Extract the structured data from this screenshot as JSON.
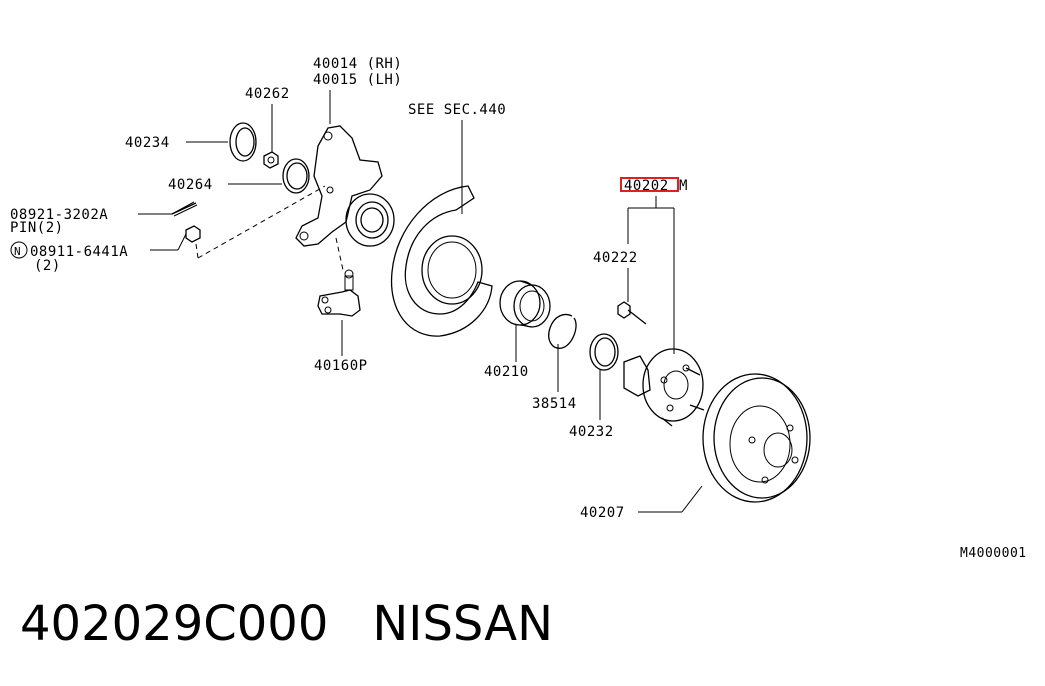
{
  "labels": {
    "knuckle_rh": "40014 (RH)",
    "knuckle_lh": "40015 (LH)",
    "nut_40262": "40262",
    "seal_40234": "40234",
    "seal_40264": "40264",
    "pin_part": "08921-3202A",
    "pin_qty": "PIN(2)",
    "nut_circle": "N",
    "nut_part": "08911-6441A",
    "nut_qty": "(2)",
    "ball_joint": "40160P",
    "see_sec": "SEE SEC.440",
    "hub_assy_num": "40202",
    "hub_assy_suffix": "M",
    "bolt": "40222",
    "bearing": "40210",
    "snap_ring": "38514",
    "seal_40232": "40232",
    "rotor": "40207",
    "diagram_code": "M4000001"
  },
  "footer": {
    "part_number": "402029C000",
    "brand": "NISSAN"
  },
  "colors": {
    "highlight": "#e02020",
    "line": "#000000"
  }
}
